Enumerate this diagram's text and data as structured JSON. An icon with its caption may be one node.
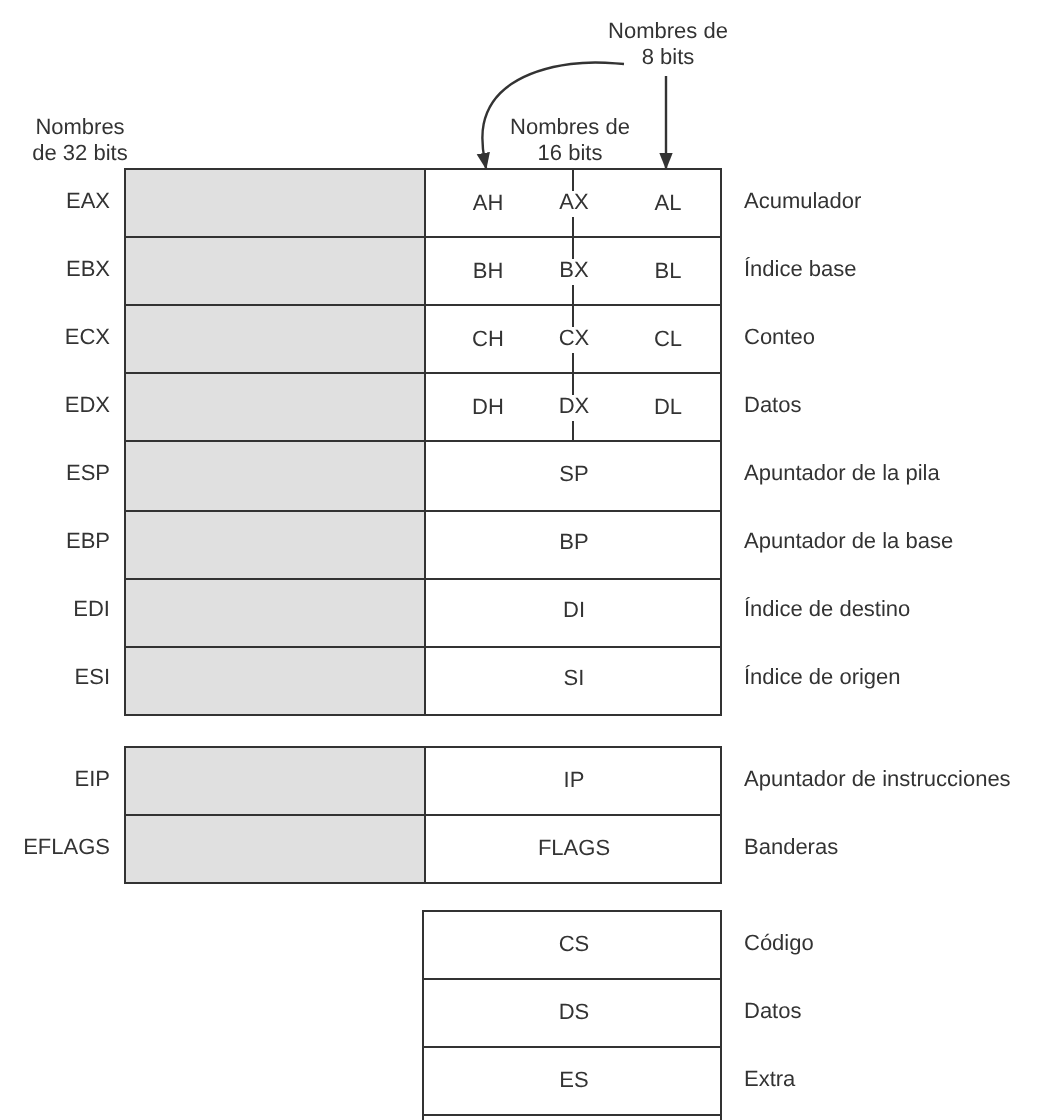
{
  "diagram": {
    "nodes": [
      {
        "text": [
          "Nombres de 8 bits"
        ]
      },
      {
        "text": [
          "AX"
        ],
        "beside": [
          "EAX",
          "Acumulador"
        ]
      },
      {
        "text": [
          "AH"
        ],
        "in": 1
      },
      {
        "text": [
          "AL"
        ],
        "in": 1
      },
      {
        "text": [
          "BX"
        ],
        "beside": [
          "EBX",
          "Índice base"
        ]
      },
      {
        "text": [
          "BH"
        ],
        "in": 4
      },
      {
        "text": [
          "BL"
        ],
        "in": 4
      },
      {
        "text": [
          "CX"
        ],
        "beside": [
          "ECX",
          "Conteo"
        ]
      },
      {
        "text": [
          "CH"
        ],
        "in": 7
      },
      {
        "text": [
          "CL"
        ],
        "in": 7
      },
      {
        "text": [
          "DX"
        ],
        "beside": [
          "EDX",
          "Datos"
        ]
      },
      {
        "text": [
          "DH"
        ],
        "in": 10
      },
      {
        "text": [
          "DL"
        ],
        "in": 10
      },
      {
        "text": [
          "SP"
        ],
        "beside": [
          "ESP",
          "Apuntador de la pila"
        ]
      },
      {
        "text": [
          "BP"
        ],
        "beside": [
          "EBP",
          "Apuntador de la base"
        ]
      },
      {
        "text": [
          "DI"
        ],
        "beside": [
          "EDI",
          "Índice de destino"
        ]
      },
      {
        "text": [
          "SI"
        ],
        "beside": [
          "ESI",
          "Índice de origen"
        ]
      },
      {
        "text": [
          "IP"
        ],
        "beside": [
          "EIP",
          "Apuntador de instrucciones"
        ]
      },
      {
        "text": [
          "FLAGS"
        ],
        "beside": [
          "EFLAGS",
          "Banderas"
        ]
      },
      {
        "text": [
          "CS"
        ],
        "beside": [
          "Código"
        ]
      },
      {
        "text": [
          "DS"
        ],
        "beside": [
          "Datos"
        ]
      },
      {
        "text": [
          "ES"
        ],
        "beside": [
          "Extra"
        ]
      },
      {
        "text": [],
        "shape": "box"
      }
    ],
    "edges": [
      {
        "from": 0,
        "to": 2,
        "arrow": "to"
      },
      {
        "from": 0,
        "to": 3,
        "arrow": "to"
      }
    ],
    "labels": [
      "Nombres de 32 bits",
      "Nombres de 16 bits"
    ]
  }
}
